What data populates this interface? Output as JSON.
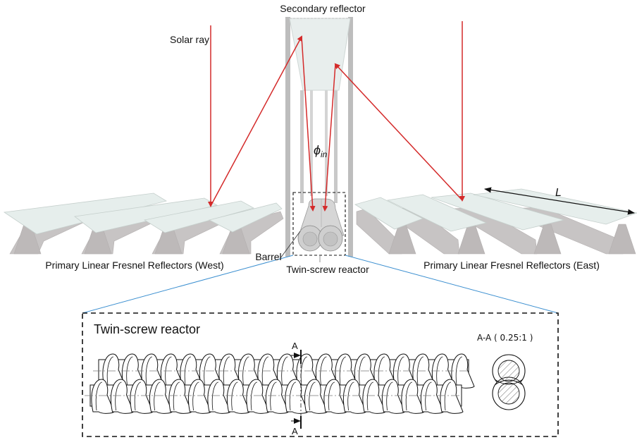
{
  "labels": {
    "secondary_reflector": "Secondary reflector",
    "solar_ray": "Solar ray",
    "phi": "ϕ",
    "phi_sub": "in",
    "length": "L",
    "barrel": "Barrel",
    "twin_screw_reactor": "Twin-screw reactor",
    "west": "Primary Linear Fresnel Reflectors (West)",
    "east": "Primary Linear Fresnel Reflectors (East)"
  },
  "inset": {
    "title": "Twin-screw reactor",
    "section_marker_top": "A",
    "section_marker_bottom": "A",
    "section_view_label": "A-A ( 0.25:1 )"
  },
  "colors": {
    "ray": "#d42a2a",
    "mirror_fill": "#e6eeec",
    "support": "#c7c4c4",
    "frame": "#b9b9b9",
    "callout_line": "#3b8fd0"
  }
}
